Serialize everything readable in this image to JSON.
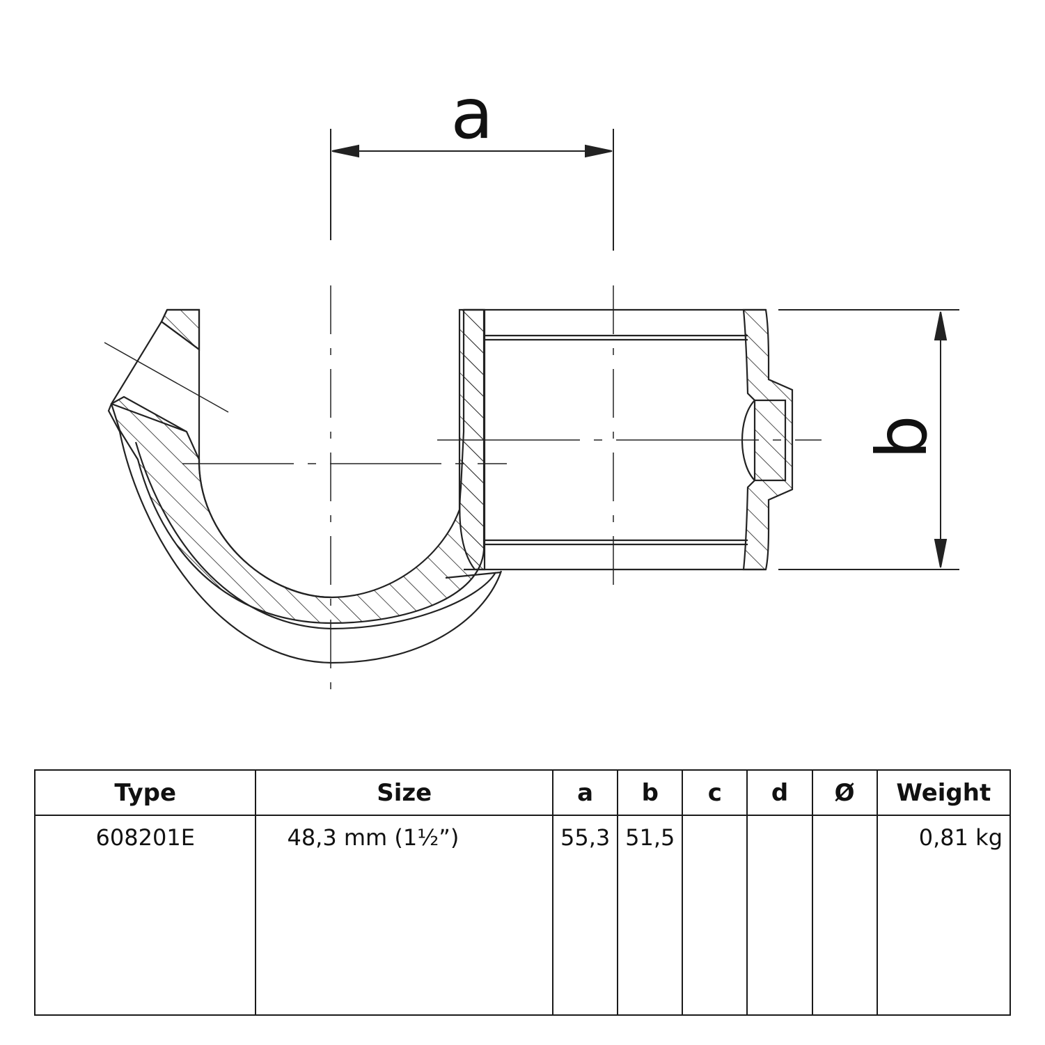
{
  "drawing": {
    "dimension_labels": {
      "a": "a",
      "b": "b"
    }
  },
  "table": {
    "headers": [
      "Type",
      "Size",
      "a",
      "b",
      "c",
      "d",
      "Ø",
      "Weight"
    ],
    "rows": [
      [
        "608201E",
        "48,3 mm (1½”)",
        "55,3",
        "51,5",
        "",
        "",
        "",
        "0,81 kg"
      ]
    ]
  }
}
